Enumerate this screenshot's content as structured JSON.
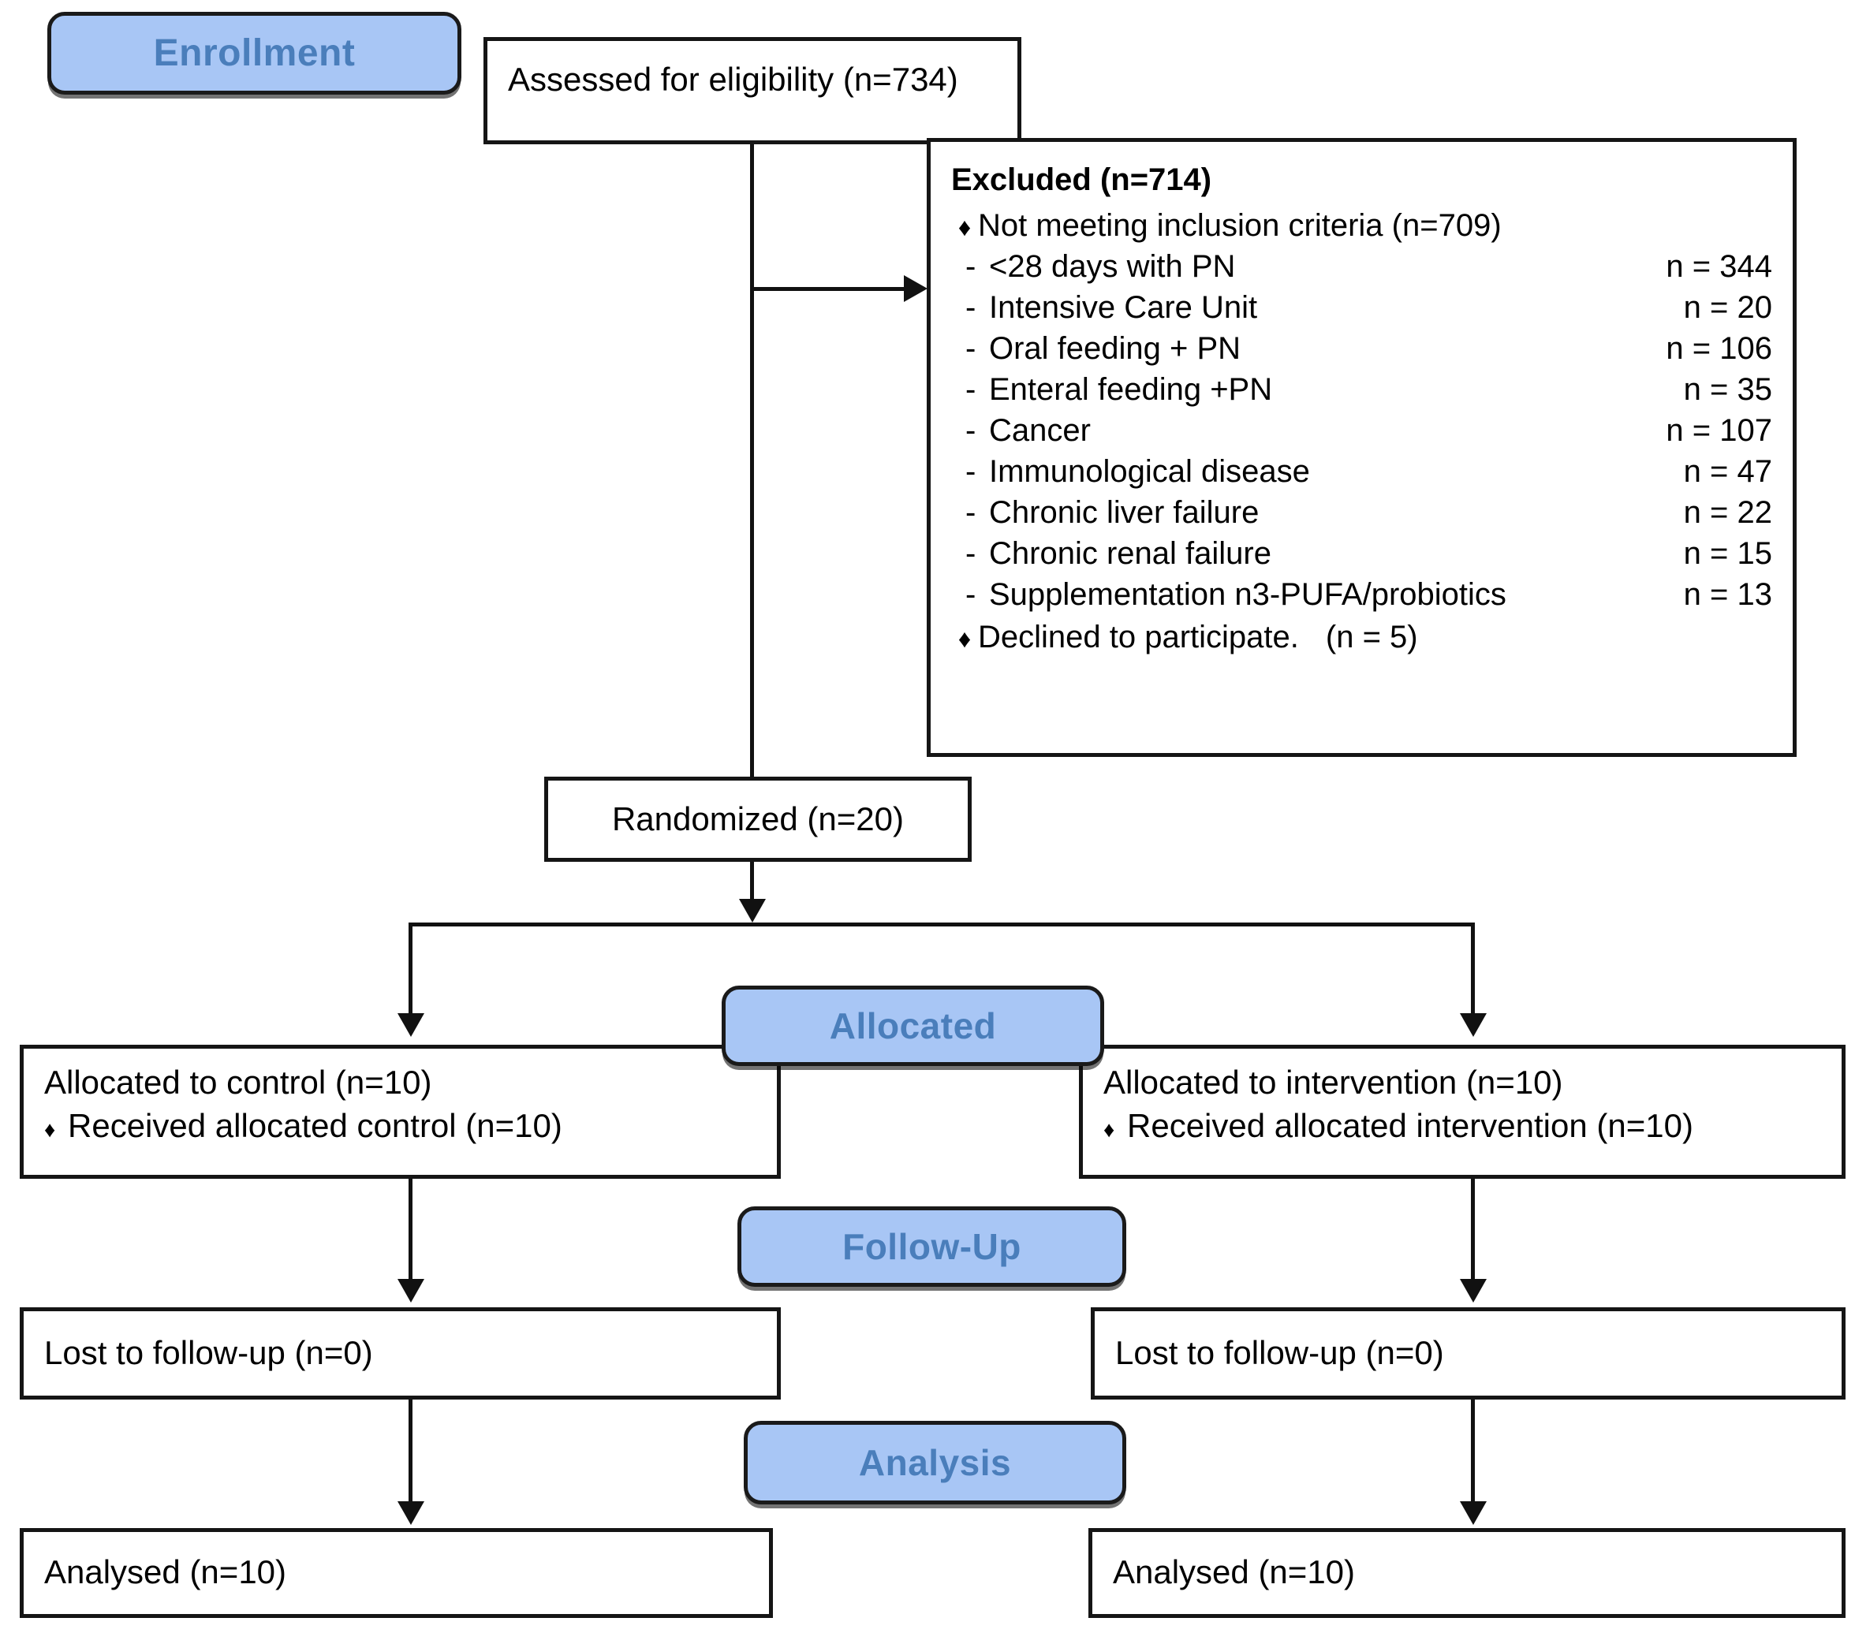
{
  "diagram": {
    "title": "CONSORT participant flow diagram",
    "accent_color": "#a8c6f5",
    "accent_text_color": "#4a7ebb",
    "line_color": "#111111"
  },
  "phases": {
    "enrollment": "Enrollment",
    "allocated": "Allocated",
    "follow_up": "Follow-Up",
    "analysis": "Analysis"
  },
  "enrollment": {
    "assessed": "Assessed for eligibility (n=734)",
    "randomized": "Randomized (n=20)"
  },
  "excluded": {
    "title": "Excluded (n=714)",
    "bullet_glyph": "♦",
    "dash_glyph": "-",
    "not_meeting": "Not meeting inclusion criteria (n=709)",
    "reasons": [
      {
        "label": "<28 days with PN",
        "count": "n = 344"
      },
      {
        "label": "Intensive Care Unit",
        "count": "n = 20"
      },
      {
        "label": "Oral feeding + PN",
        "count": "n = 106"
      },
      {
        "label": "Enteral feeding +PN",
        "count": "n = 35"
      },
      {
        "label": "Cancer",
        "count": "n = 107"
      },
      {
        "label": "Immunological disease",
        "count": "n = 47"
      },
      {
        "label": "Chronic liver failure",
        "count": "n = 22"
      },
      {
        "label": "Chronic renal failure",
        "count": "n = 15"
      },
      {
        "label": "Supplementation n3-PUFA/probiotics",
        "count": "n = 13"
      }
    ],
    "declined": "Declined to participate.",
    "declined_count": "(n = 5)"
  },
  "arms": {
    "control": {
      "allocated": "Allocated to control (n=10)",
      "received": "Received allocated control (n=10)",
      "lost": "Lost to follow-up (n=0)",
      "analysed": "Analysed (n=10)"
    },
    "intervention": {
      "allocated": "Allocated to intervention (n=10)",
      "received": "Received allocated intervention (n=10)",
      "lost": "Lost to follow-up (n=0)",
      "analysed": "Analysed (n=10)"
    }
  }
}
